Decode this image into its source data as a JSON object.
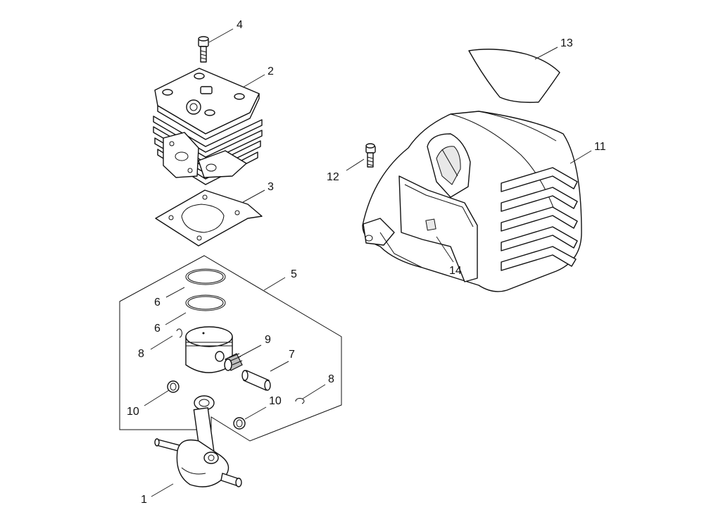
{
  "callouts": {
    "c1": "1",
    "c2": "2",
    "c3": "3",
    "c4": "4",
    "c5": "5",
    "c6a": "6",
    "c6b": "6",
    "c7": "7",
    "c8a": "8",
    "c8b": "8",
    "c9": "9",
    "c10a": "10",
    "c10b": "10",
    "c11": "11",
    "c12": "12",
    "c13": "13",
    "c14": "14"
  },
  "parts": [
    {
      "callout": "1",
      "icon": "crankshaft-icon"
    },
    {
      "callout": "2",
      "icon": "cylinder-icon"
    },
    {
      "callout": "3",
      "icon": "gasket-icon"
    },
    {
      "callout": "4",
      "icon": "screw-icon"
    },
    {
      "callout": "5",
      "icon": "piston-kit-outline"
    },
    {
      "callout": "6",
      "icon": "piston-ring-icon"
    },
    {
      "callout": "7",
      "icon": "piston-pin-icon"
    },
    {
      "callout": "8",
      "icon": "circlip-icon"
    },
    {
      "callout": "9",
      "icon": "needle-bearing-icon"
    },
    {
      "callout": "10",
      "icon": "thrust-washer-icon"
    },
    {
      "callout": "11",
      "icon": "engine-cover-icon"
    },
    {
      "callout": "12",
      "icon": "screw-icon"
    },
    {
      "callout": "13",
      "icon": "label-icon"
    },
    {
      "callout": "14",
      "icon": "label-icon"
    }
  ]
}
